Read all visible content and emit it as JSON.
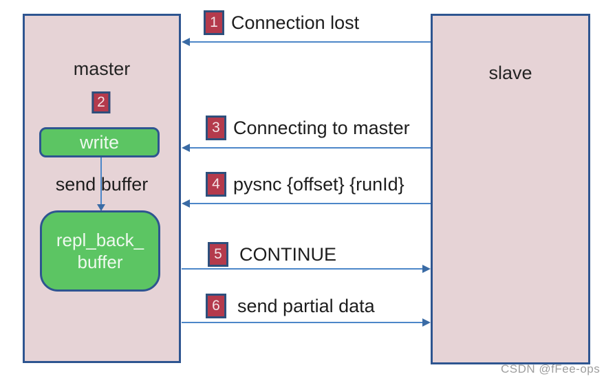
{
  "master": {
    "title": "master",
    "badge": "2",
    "write_label": "write",
    "send_buffer_label": "send buffer",
    "repl_buffer_line1": "repl_back_",
    "repl_buffer_line2": "buffer"
  },
  "slave": {
    "title": "slave"
  },
  "messages": [
    {
      "num": "1",
      "label": "Connection lost",
      "direction": "right-to-left"
    },
    {
      "num": "3",
      "label": "Connecting to master",
      "direction": "right-to-left"
    },
    {
      "num": "4",
      "label": "pysnc {offset} {runId}",
      "direction": "right-to-left"
    },
    {
      "num": "5",
      "label": "CONTINUE",
      "direction": "left-to-right"
    },
    {
      "num": "6",
      "label": "send partial data",
      "direction": "left-to-right"
    }
  ],
  "watermark": "CSDN @fFee-ops",
  "colors": {
    "participant_fill": "#e6d3d6",
    "participant_border": "#2e5590",
    "process_green": "#5cc563",
    "badge_fill": "#b43a4c",
    "badge_border": "#2d4f7c",
    "arrow_blue": "#4c86c8",
    "text_dark": "#1d1d1d",
    "watermark_gray": "#9e9e9e"
  }
}
